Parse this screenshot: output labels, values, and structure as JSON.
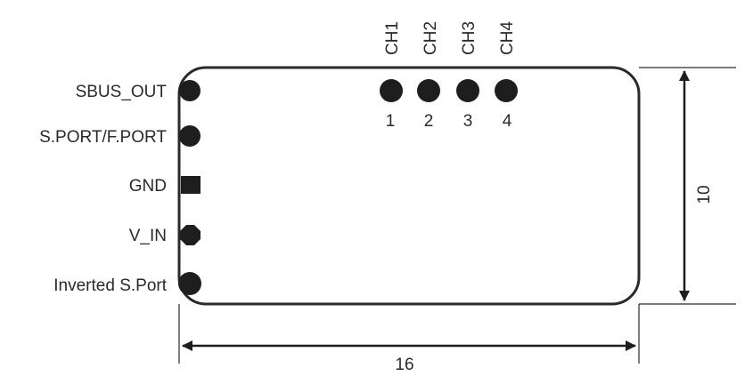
{
  "left_pins": [
    {
      "label": "SBUS_OUT",
      "shape": "circle"
    },
    {
      "label": "S.PORT/F.PORT",
      "shape": "circle"
    },
    {
      "label": "GND",
      "shape": "square"
    },
    {
      "label": "V_IN",
      "shape": "octagon"
    },
    {
      "label": "Inverted S.Port",
      "shape": "circle"
    }
  ],
  "channels": [
    {
      "name": "CH1",
      "number": "1"
    },
    {
      "name": "CH2",
      "number": "2"
    },
    {
      "name": "CH3",
      "number": "3"
    },
    {
      "name": "CH4",
      "number": "4"
    }
  ],
  "dimensions": {
    "width": "16",
    "height": "10"
  },
  "colors": {
    "stroke": "#2a2a2a",
    "pad": "#1e1e1e",
    "background": "#ffffff"
  }
}
